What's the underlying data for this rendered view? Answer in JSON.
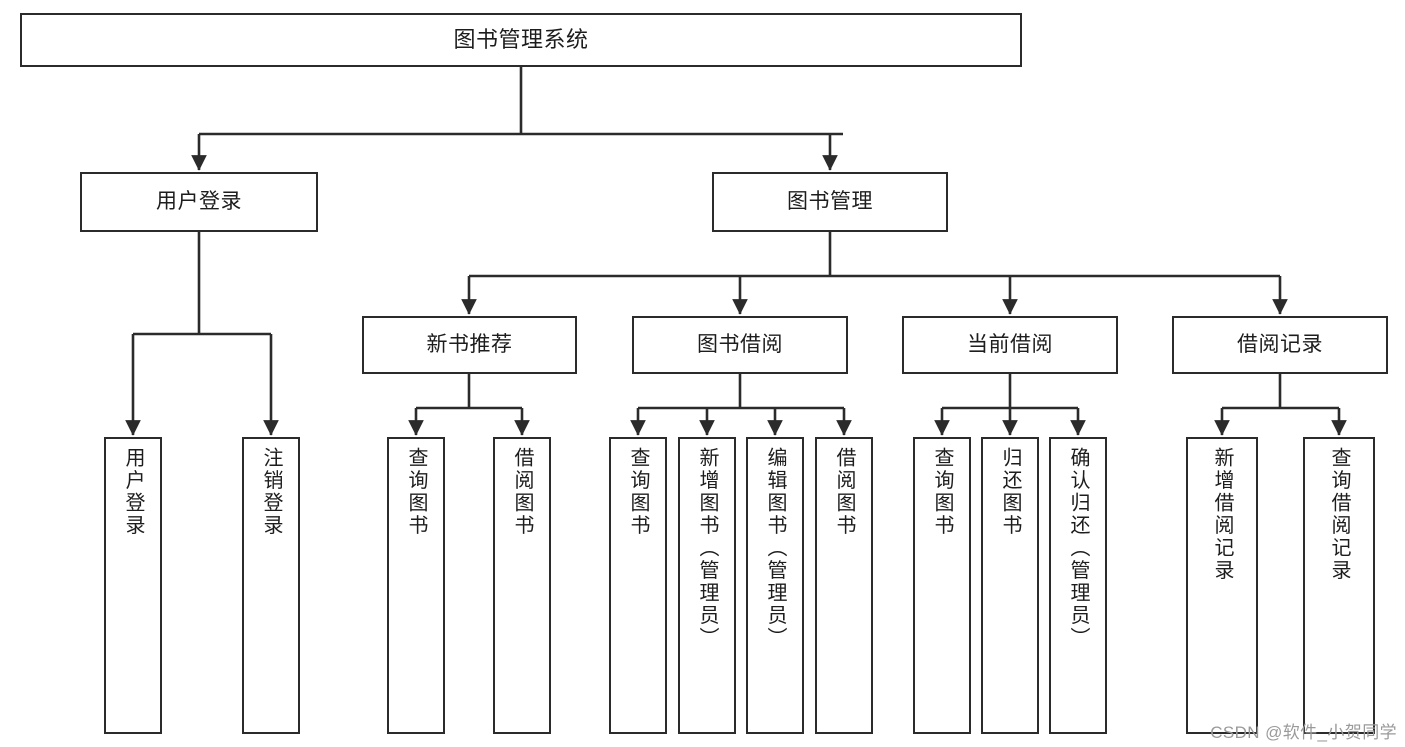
{
  "diagram": {
    "type": "tree-hierarchy",
    "title": "图书管理系统",
    "orientation": "top-down",
    "stroke_color": "#2b2b2b",
    "node_fill": "#ffffff",
    "text_color": "#1d1d1d",
    "watermark": "CSDN @软件_小贺同学"
  },
  "nodes": {
    "root": {
      "label": "图书管理系统",
      "level": 0
    },
    "level1": [
      {
        "id": "user-login",
        "label": "用户登录"
      },
      {
        "id": "book-manage",
        "label": "图书管理"
      }
    ],
    "level2": [
      {
        "id": "new-book-recommend",
        "label": "新书推荐",
        "parent": "book-manage"
      },
      {
        "id": "book-borrow",
        "label": "图书借阅",
        "parent": "book-manage"
      },
      {
        "id": "current-borrow",
        "label": "当前借阅",
        "parent": "book-manage"
      },
      {
        "id": "borrow-record",
        "label": "借阅记录",
        "parent": "book-manage"
      }
    ],
    "leaves": [
      {
        "id": "leaf-user-login",
        "label": "用户登录",
        "parent": "user-login"
      },
      {
        "id": "leaf-logout-login",
        "label": "注销登录",
        "parent": "user-login"
      },
      {
        "id": "leaf-query-book-1",
        "label": "查询图书",
        "parent": "new-book-recommend"
      },
      {
        "id": "leaf-borrow-book-1",
        "label": "借阅图书",
        "parent": "new-book-recommend"
      },
      {
        "id": "leaf-query-book-2",
        "label": "查询图书",
        "parent": "book-borrow"
      },
      {
        "id": "leaf-add-book",
        "label": "新增图书（管理员）",
        "parent": "book-borrow"
      },
      {
        "id": "leaf-edit-book",
        "label": "编辑图书（管理员）",
        "parent": "book-borrow"
      },
      {
        "id": "leaf-borrow-book-2",
        "label": "借阅图书",
        "parent": "book-borrow"
      },
      {
        "id": "leaf-query-book-3",
        "label": "查询图书",
        "parent": "current-borrow"
      },
      {
        "id": "leaf-return-book",
        "label": "归还图书",
        "parent": "current-borrow"
      },
      {
        "id": "leaf-confirm-return",
        "label": "确认归还（管理员）",
        "parent": "current-borrow"
      },
      {
        "id": "leaf-add-record",
        "label": "新增借阅记录",
        "parent": "borrow-record"
      },
      {
        "id": "leaf-query-record",
        "label": "查询借阅记录",
        "parent": "borrow-record"
      }
    ]
  }
}
